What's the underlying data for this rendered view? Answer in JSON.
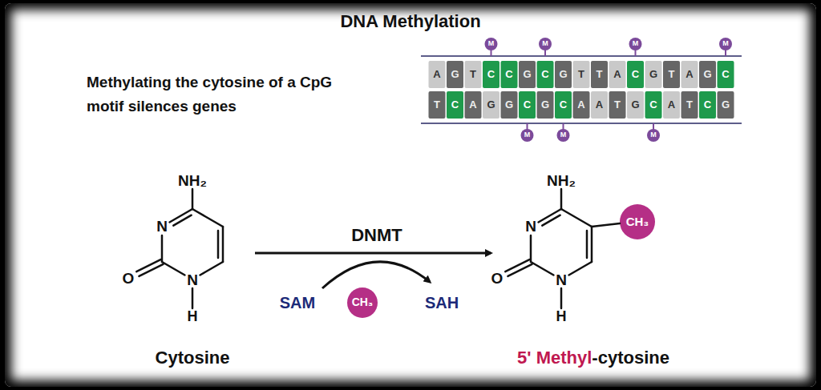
{
  "diagram": {
    "title": "DNA Methylation",
    "labels": [
      "Methylating the cytosine of a CpG motif silences genes",
      "A",
      "G",
      "T",
      "C",
      "C",
      "G",
      "C",
      "G",
      "T",
      "T",
      "A",
      "C",
      "G",
      "T",
      "A",
      "G",
      "C",
      "T",
      "C",
      "A",
      "G",
      "G",
      "C",
      "G",
      "C",
      "A",
      "A",
      "T",
      "G",
      "C",
      "A",
      "T",
      "C",
      "G",
      "M",
      "M",
      "M",
      "M",
      "M",
      "M",
      "M",
      "NH₂",
      "N",
      "O",
      "N",
      "H",
      "DNMT",
      "SAM",
      "CH₃",
      "SAH",
      "NH₂",
      "CH₃",
      "N",
      "O",
      "N",
      "H",
      "Cytosine",
      "5' Methyl",
      "-cytosine"
    ]
  }
}
